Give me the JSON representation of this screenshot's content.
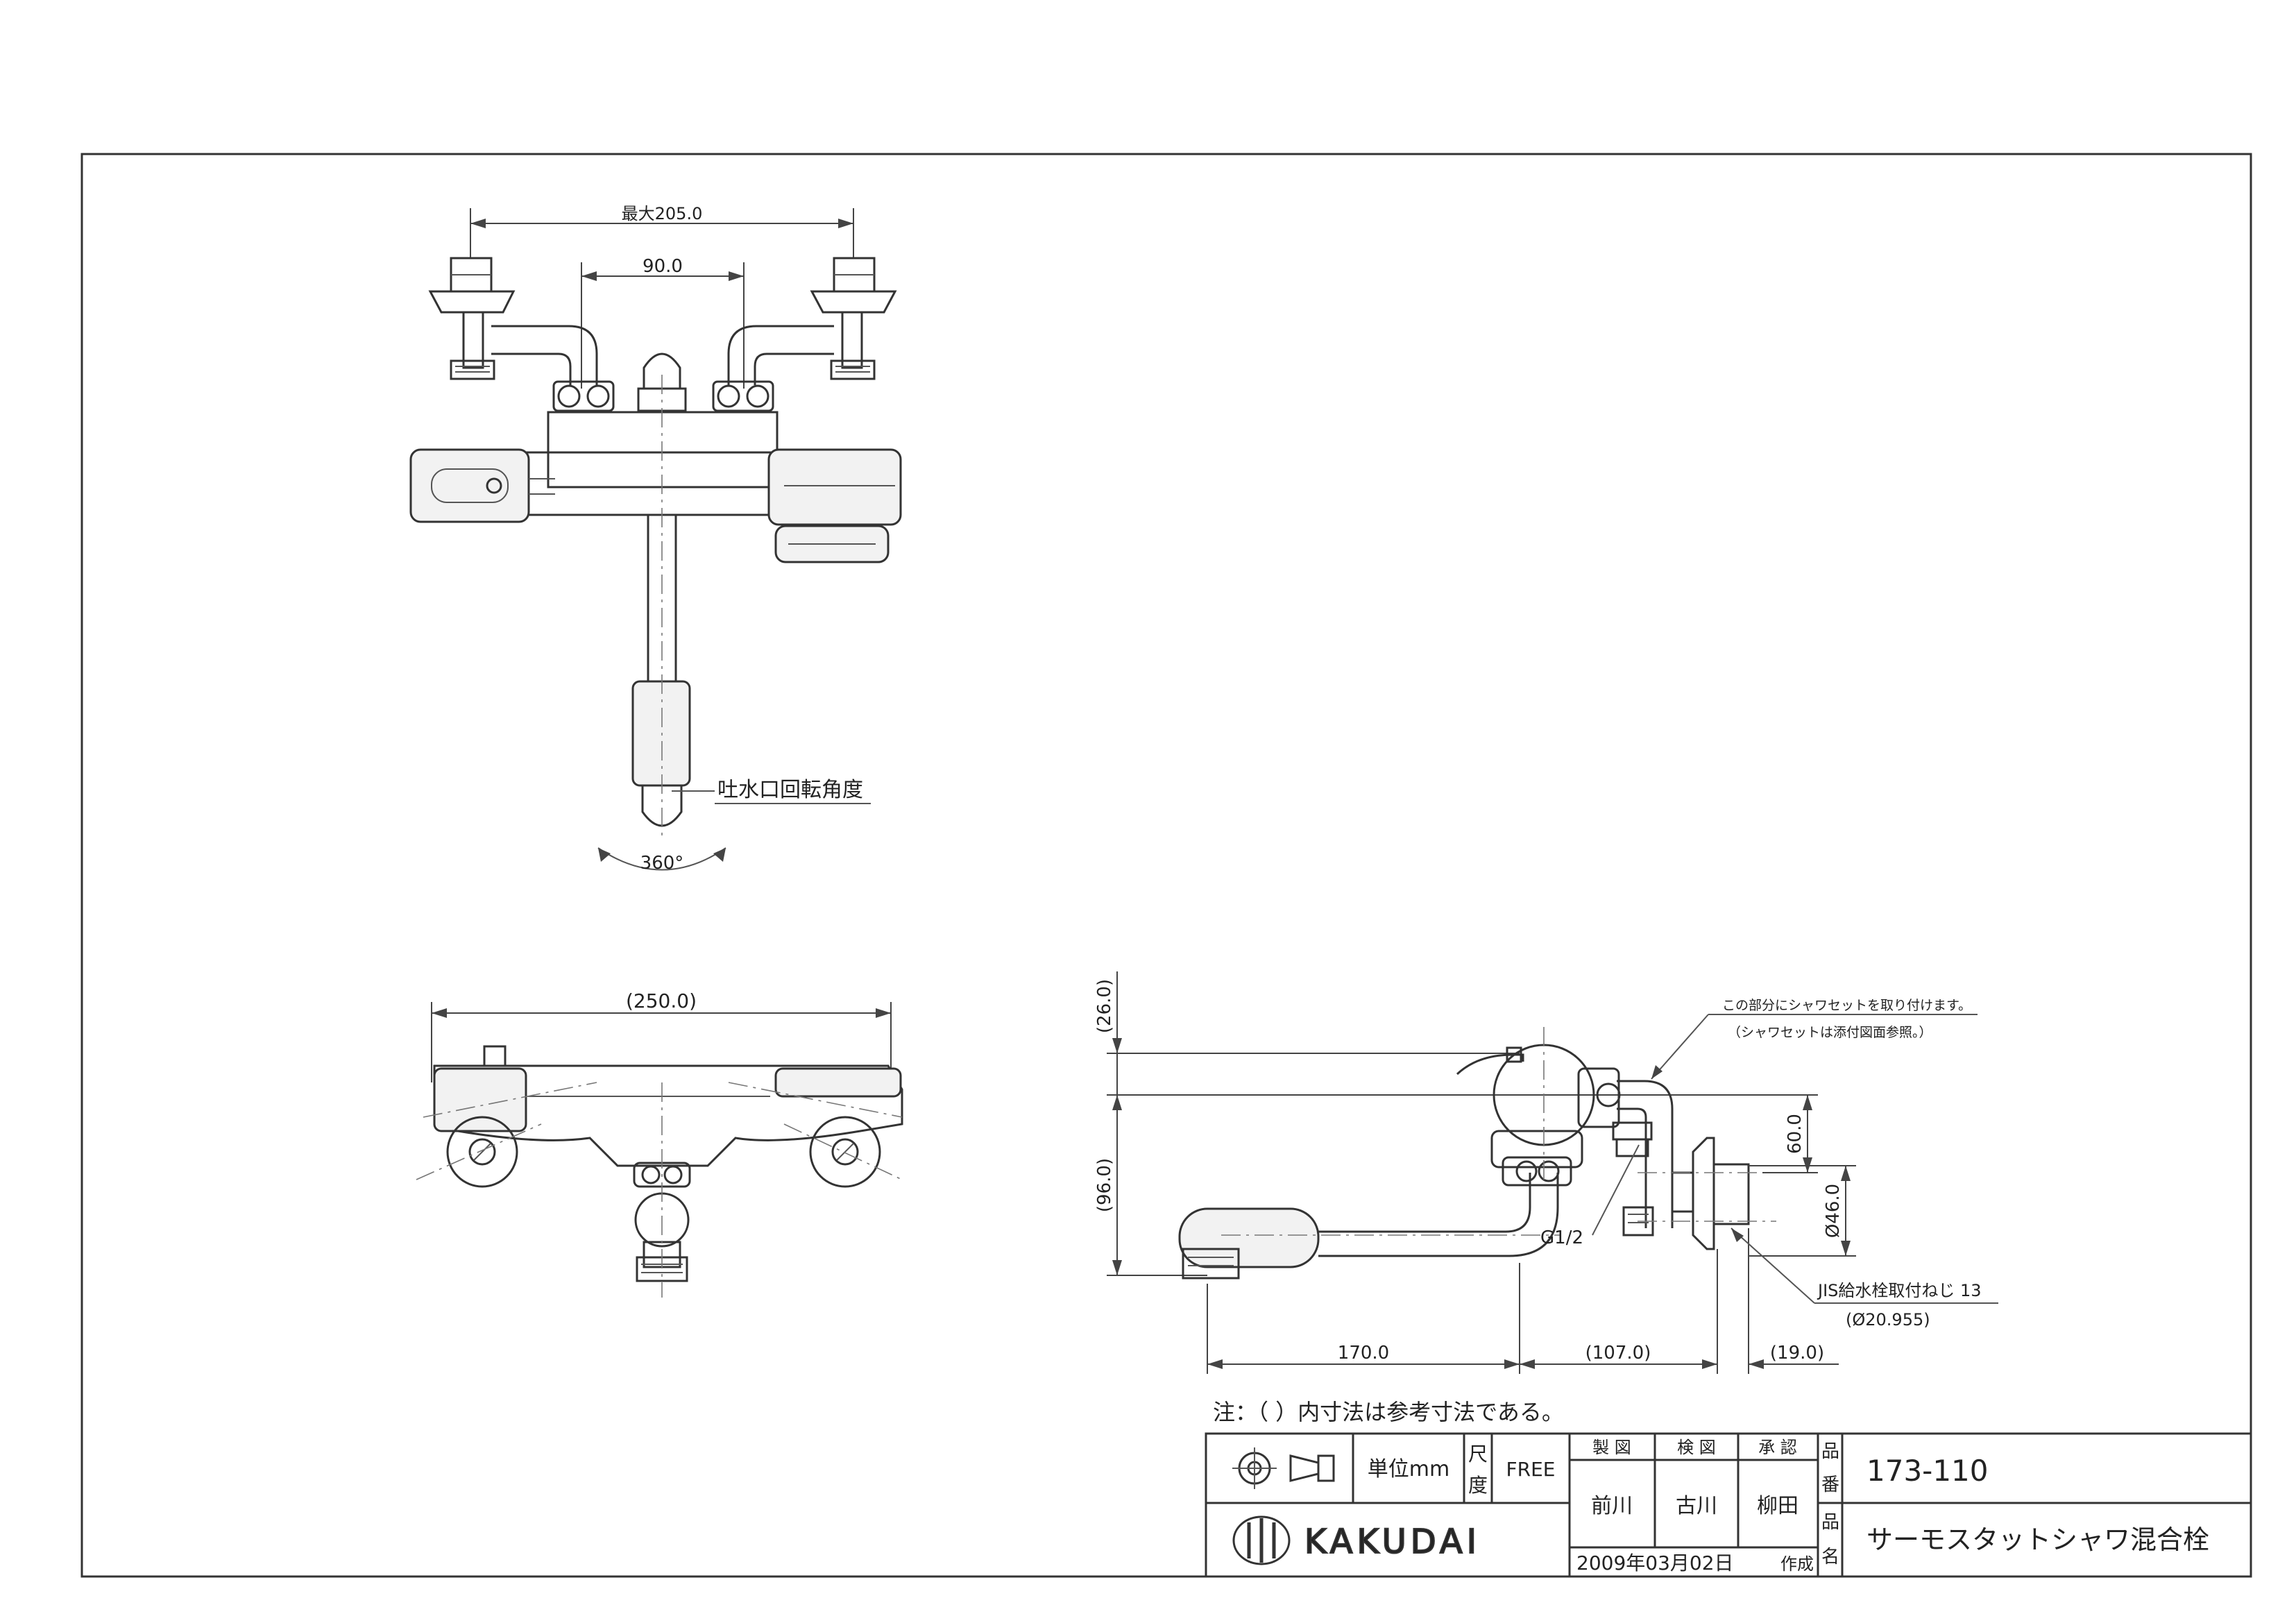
{
  "dimensions": {
    "max_width": "最大205.0",
    "center_pitch": "90.0",
    "rotation_label": "吐水口回転角度",
    "rotation_angle": "360°",
    "total_width": "(250.0)",
    "top_height": "(26.0)",
    "body_height": "(96.0)",
    "offset_60": "60.0",
    "dia_46": "Ø46.0",
    "spout_170": "170.0",
    "len_107": "(107.0)",
    "len_19": "(19.0)",
    "thread": "G1/2"
  },
  "annotations": {
    "shower_note_1": "この部分にシャワセットを取り付けます。",
    "shower_note_2": "（シャワセットは添付図面参照。）",
    "jis_1": "JIS給水栓取付ねじ 13",
    "jis_2": "(Ø20.955)",
    "note": "注：（ ）内寸法は参考寸法である。"
  },
  "title_block": {
    "unit": "単位mm",
    "scale_label_1": "尺",
    "scale_label_2": "度",
    "scale": "FREE",
    "made_label": "製 図",
    "checked_label": "検 図",
    "approved_label": "承 認",
    "made_by": "前川",
    "checked_by": "古川",
    "approved_by": "柳田",
    "date": "2009年03月02日",
    "date_suffix": "作成",
    "part_no_label_1": "品",
    "part_no_label_2": "番",
    "part_no": "173-110",
    "part_name_label_1": "品",
    "part_name_label_2": "名",
    "part_name": "サーモスタットシャワ混合栓",
    "company": "KAKUDAI"
  }
}
